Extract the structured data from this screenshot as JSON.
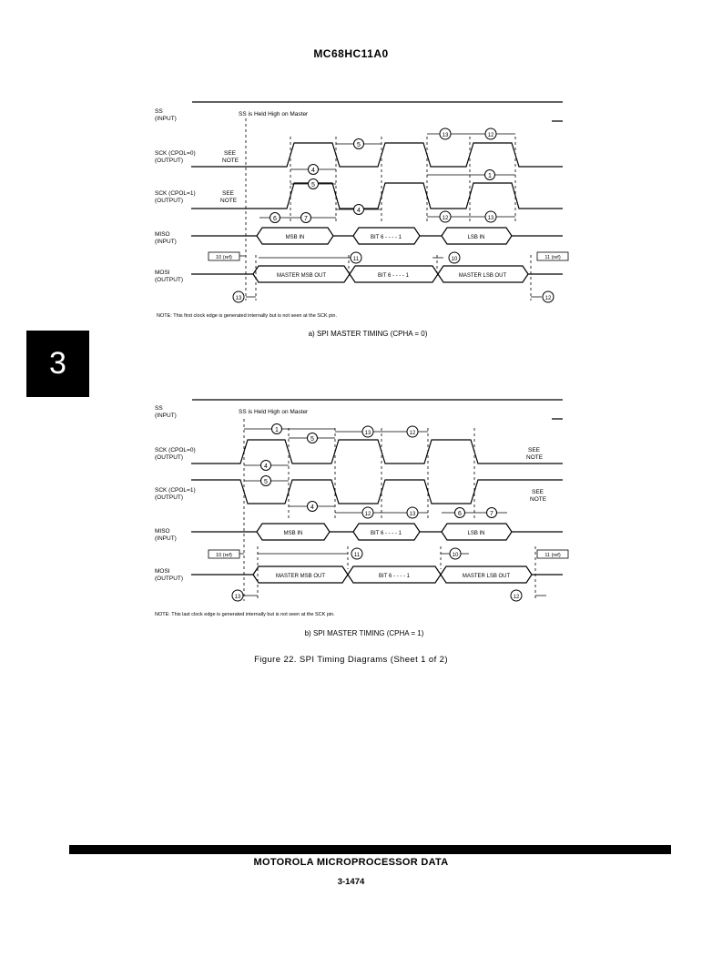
{
  "header": {
    "title": "MC68HC11A0"
  },
  "side_tab": {
    "label": "3"
  },
  "diagrams": [
    {
      "signals": {
        "ss": "SS",
        "ss_dir": "(INPUT)",
        "sck0": "SCK (CPOL=0)",
        "sck0_dir": "(OUTPUT)",
        "sck1": "SCK (CPOL=1)",
        "sck1_dir": "(OUTPUT)",
        "miso": "MISO",
        "miso_dir": "(INPUT)",
        "mosi": "MOSI",
        "mosi_dir": "(OUTPUT)"
      },
      "ss_note": "SS is Held High on Master",
      "see_note": [
        "SEE",
        "NOTE"
      ],
      "miso_boxes": [
        "MSB IN",
        "BIT 6 - - - - 1",
        "LSB IN"
      ],
      "mosi_boxes": [
        "MASTER MSB OUT",
        "BIT 6 - - - - 1",
        "MASTER LSB OUT"
      ],
      "ref_left": "10 (ref)",
      "ref_right": "11 (ref)",
      "note": "NOTE:   This first clock edge is generated internally but is not seen at the SCK pin.",
      "caption": "a) SPI MASTER TIMING (CPHA = 0)"
    },
    {
      "signals": {
        "ss": "SS",
        "ss_dir": "(INPUT)",
        "sck0": "SCK (CPOL=0)",
        "sck0_dir": "(OUTPUT)",
        "sck1": "SCK (CPOL=1)",
        "sck1_dir": "(OUTPUT)",
        "miso": "MISO",
        "miso_dir": "(INPUT)",
        "mosi": "MOSI",
        "mosi_dir": "(OUTPUT)"
      },
      "ss_note": "SS is Held High on Master",
      "see_note": [
        "SEE",
        "NOTE"
      ],
      "miso_boxes": [
        "MSB IN",
        "BIT 6 - - - - 1",
        "LSB IN"
      ],
      "mosi_boxes": [
        "MASTER MSB OUT",
        "BIT 6 - - - - 1",
        "MASTER LSB OUT"
      ],
      "ref_left": "10 (ref)",
      "ref_right": "11 (ref)",
      "note": "NOTE:   This last clock edge is generated internally but is not seen at the SCK pin.",
      "caption": "b) SPI MASTER TIMING (CPHA = 1)"
    }
  ],
  "figure_caption": "Figure 22. SPI Timing Diagrams (Sheet 1 of 2)",
  "footer": {
    "title": "MOTOROLA MICROPROCESSOR DATA",
    "page": "3-1474"
  }
}
